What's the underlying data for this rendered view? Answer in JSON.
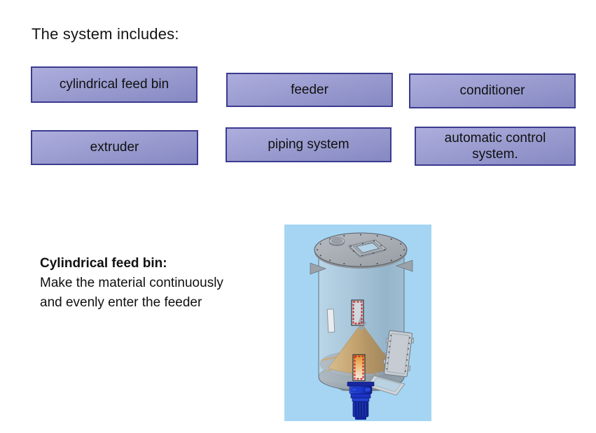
{
  "title": "The system includes:",
  "boxes": [
    {
      "label": "cylindrical feed bin"
    },
    {
      "label": "feeder"
    },
    {
      "label": "conditioner"
    },
    {
      "label": "extruder"
    },
    {
      "label": "piping system"
    },
    {
      "label": "automatic control system."
    }
  ],
  "description": {
    "heading": "Cylindrical feed bin:",
    "lines": [
      "Make the material continuously",
      "and evenly enter the feeder"
    ]
  },
  "figure": {
    "label": "cylindrical-feed-bin-3d-render"
  },
  "colors": {
    "text": "#141414",
    "box_fill_top": "#adaedd",
    "box_fill_bottom": "#8689c2",
    "box_border": "#3b3b90",
    "figure_background": "#a5d5f3",
    "bin_body_gray": "#9fafbc",
    "bin_lid_gray": "#a9aeb4",
    "cone_orange": "#e08a18",
    "motor_blue": "#1c38c8",
    "sight_glass_red": "#cc2020"
  }
}
